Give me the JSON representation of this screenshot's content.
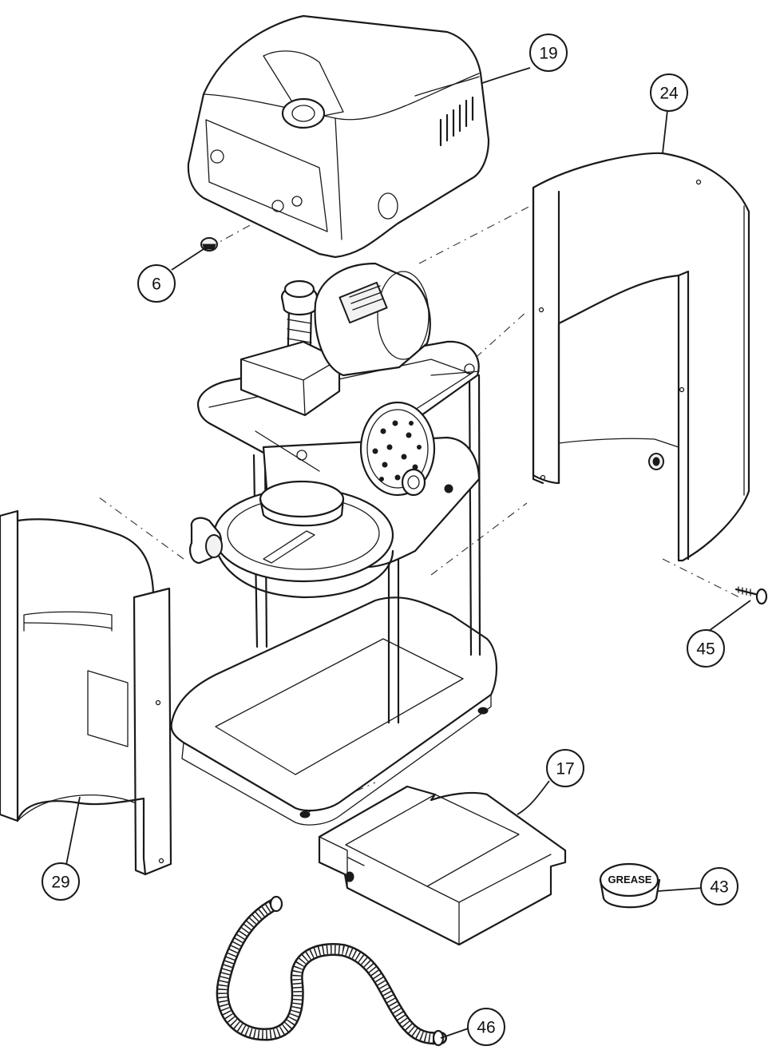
{
  "callouts": [
    {
      "id": "19",
      "label": "19"
    },
    {
      "id": "24",
      "label": "24"
    },
    {
      "id": "6",
      "label": "6"
    },
    {
      "id": "45",
      "label": "45"
    },
    {
      "id": "17",
      "label": "17"
    },
    {
      "id": "29",
      "label": "29"
    },
    {
      "id": "43",
      "label": "43"
    },
    {
      "id": "46",
      "label": "46"
    }
  ],
  "grease_cap_label": "GREASE"
}
